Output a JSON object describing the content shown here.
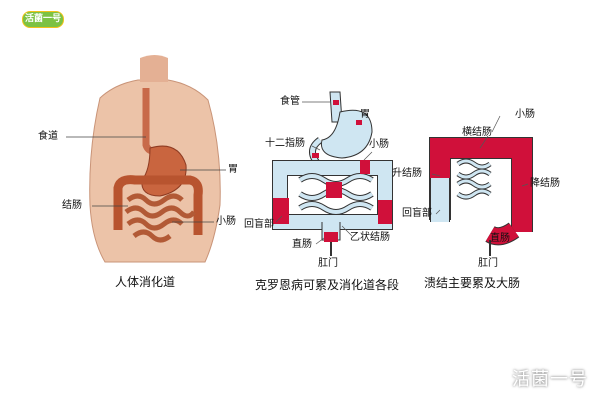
{
  "logo": {
    "text": "活菌一号"
  },
  "watermark": {
    "text": "活菌一号"
  },
  "panel_body": {
    "caption": "人体消化道",
    "labels": {
      "esophagus": "食道",
      "stomach": "胃",
      "colon": "结肠",
      "small_intestine": "小肠"
    }
  },
  "panel_crohn": {
    "caption": "克罗恩病可累及消化道各段",
    "labels": {
      "esophagus": "食管",
      "stomach": "胃",
      "duodenum": "十二指肠",
      "small_intestine": "小肠",
      "cecum": "回盲部",
      "rectum": "直肠",
      "sigmoid": "乙状结肠",
      "anus": "肛门"
    }
  },
  "panel_uc": {
    "caption": "溃结主要累及大肠",
    "labels": {
      "small_intestine": "小肠",
      "transverse": "横结肠",
      "ascending": "升结肠",
      "descending": "降结肠",
      "cecum": "回盲部",
      "rectum": "直肠",
      "anus": "肛门"
    }
  },
  "colors": {
    "lesion": "#d0103a",
    "healthy": "#cfe6f2",
    "outline": "#333333",
    "skin": "#e9b79a",
    "organ": "#c9653f"
  }
}
